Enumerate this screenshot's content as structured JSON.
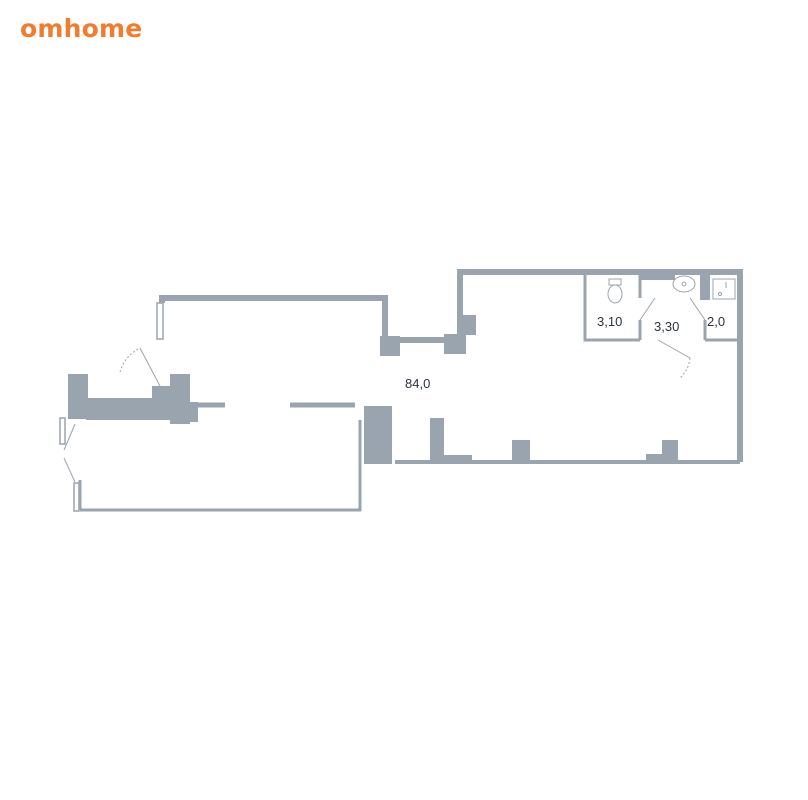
{
  "brand": {
    "name": "omhome",
    "color": "#f07c2c"
  },
  "plan": {
    "wall_color": "#9aa4ae",
    "label_color": "#2a3440",
    "rooms": [
      {
        "id": "main",
        "area": "84,0"
      },
      {
        "id": "wc",
        "area": "3,10"
      },
      {
        "id": "bath",
        "area": "3,30"
      },
      {
        "id": "shower",
        "area": "2,0"
      }
    ],
    "fixtures": [
      "toilet-icon",
      "sink-icon",
      "shower-icon"
    ]
  }
}
